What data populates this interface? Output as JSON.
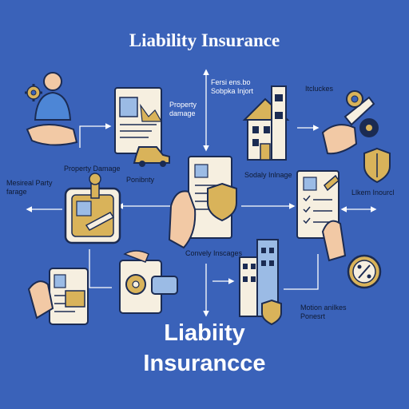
{
  "title_top": "Liability Insurance",
  "title_bottom_line1": "Liabiity",
  "title_bottom_line2": "Insurancce",
  "labels": {
    "property_damage_top_line1": "Property",
    "property_damage_top_line2": "damage",
    "top_center_line1": "Fersi ens.bo",
    "top_center_line2": "Sobpka Injort",
    "top_right": "Itcluckes",
    "property_damage_left": "Property Damage",
    "ponibnty": "Ponibnty",
    "sodaly_inlnage": "Sodaly Inlnage",
    "medical_line1": "Mesireal Party",
    "medical_line2": "farage",
    "likem_inourcl": "Llkem Inourcl",
    "convely_inscages": "Convely Inscages",
    "motion_line1": "Motion anilkes",
    "motion_line2": "Ponesrt"
  },
  "colors": {
    "background": "#3a62b9",
    "navy": "#1b2b52",
    "gold": "#d9b35a",
    "cream": "#f6efe0",
    "skin": "#f2c9a5",
    "light_blue": "#9bbbe5"
  },
  "icons": [
    "person-hand-icon",
    "gear-icon",
    "document-car-icon",
    "document-shield-icon",
    "house-icon",
    "hand-key-gears-icon",
    "shield-icon",
    "key-card-icon",
    "checklist-pen-icon",
    "percent-icon",
    "phone-card-icon",
    "gear-card-icon",
    "buildings-icon"
  ]
}
